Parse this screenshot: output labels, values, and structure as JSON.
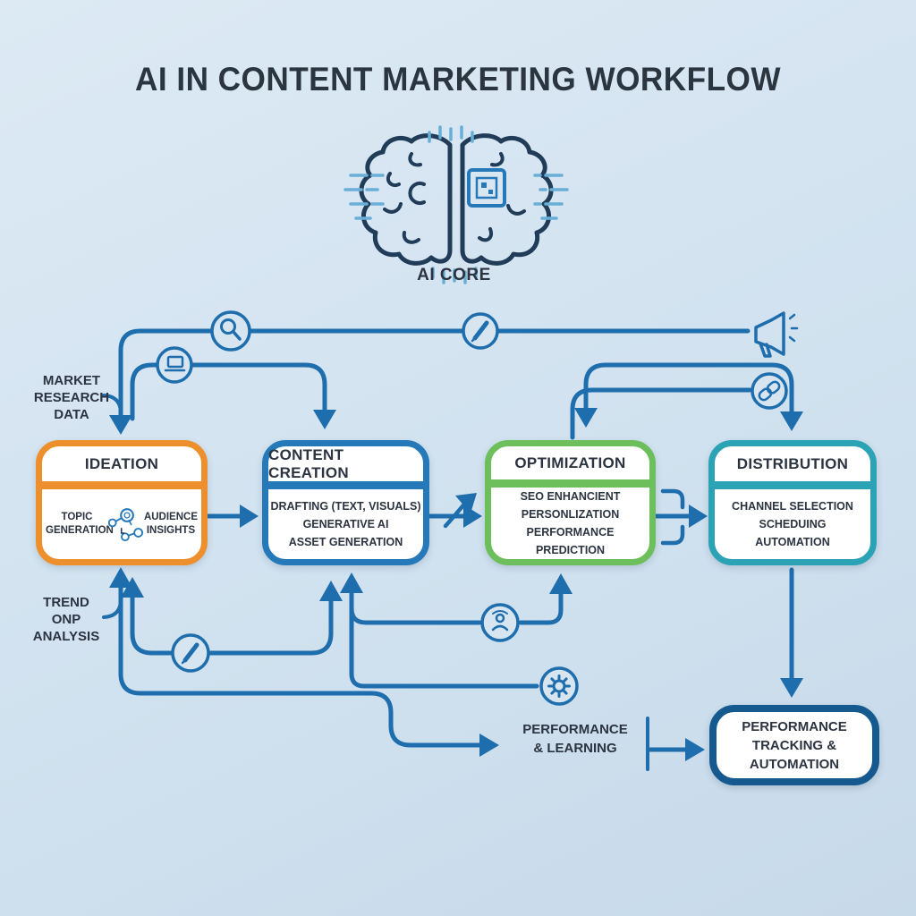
{
  "title": "AI IN CONTENT MARKETING WORKFLOW",
  "ai_core": {
    "label": "AI CORE"
  },
  "annotations": {
    "market_research": {
      "line1": "MARKET",
      "line2": "RESEARCH",
      "line3": "DATA"
    },
    "trend_analysis": {
      "line1": "TREND",
      "line2": "ONP",
      "line3": "ANALYSIS"
    },
    "performance_learning": {
      "line1": "PERFORMANCE",
      "line2": "& LEARNING"
    }
  },
  "boxes": [
    {
      "title": "IDEATION",
      "accent": "#ee8f2d",
      "left_item": "TOPIC GENERATION",
      "right_item": "AUDIENCE INSIGHTS"
    },
    {
      "title": "CONTENT CREATION",
      "accent": "#2579b8",
      "items": [
        "DRAFTING (TEXT, VISUALS)",
        "GENERATIVE AI",
        "ASSET GENERATION"
      ]
    },
    {
      "title": "OPTIMIZATION",
      "accent": "#6cbf5a",
      "items": [
        "SEO ENHANCIENT",
        "PERSONLIZATION",
        "PERFORMANCE PREDICTION"
      ]
    },
    {
      "title": "DISTRIBUTION",
      "accent": "#2ba3b4",
      "items": [
        "CHANNEL SELECTION",
        "SCHEDUING",
        "AUTOMATION"
      ]
    }
  ],
  "tracking_box": {
    "accent": "#15598f",
    "items": [
      "PERFORMANCE",
      "TRACKING &",
      "AUTOMATION"
    ]
  },
  "icons": [
    "brain-chip-icon",
    "search-icon",
    "laptop-icon",
    "pencil-icon-top",
    "megaphone-icon",
    "link-icon",
    "pencil-icon-bottom",
    "audience-icon",
    "gear-icon",
    "idea-network-icon"
  ],
  "colors": {
    "background": "#d3e3f0",
    "line": "#1e6dad",
    "title_text": "#2b3540",
    "ideation_accent": "#ee8f2d",
    "content_accent": "#2579b8",
    "optimization_accent": "#6cbf5a",
    "distribution_accent": "#2ba3b4",
    "tracking_accent": "#15598f"
  }
}
